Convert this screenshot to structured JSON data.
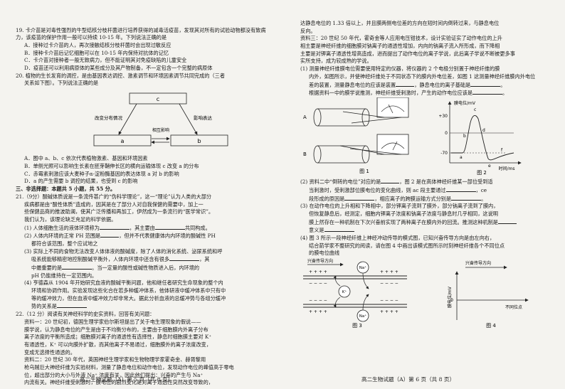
{
  "left": {
    "q19": {
      "stem": "19. 卡介苗是对毒性强烈的牛型结核分枝杆菌进行培养获得的减毒活疫苗，发现其对所有的试验动物都没有致病力，该疫苗的保护作用一般可以持续 10-15 年。下列说法正确的是",
      "A": "A．接种过卡介苗的人，再次接触结核分枝杆菌时会出现过敏反应",
      "B": "B．接种卡介苗后记忆细胞可以在 10-15 年内保持对抗体的记忆",
      "C": "C．卡介苗对接种者一般无致病力，但不能证明其对免疫缺陷的儿童安全",
      "D": "D．疫苗还可以利用病原体的某些成分及其产物制备，不一定包含一个完整的病原体"
    },
    "q20": {
      "stem1": "20. 植物的生长发育的调控，是由基因表达调控、激素调节和环境因素调节共同完成的（三者",
      "stem2": "关系如下图）。下列说法正确的是",
      "A": "A．图中 a、b、c 依次代表植物激素、基因和环境因素",
      "B": "B．单侧光照可以影响生长素在胚芽鞘伸长区的横向运输体现 c 改变 a 的分布",
      "C": "C．赤霉素刺激应该大麦种子α-淀粉酶基因的表达体现 a 对 b 的影响",
      "D": "D．a 的产生需要 b 调控的结果，也受到 c 的影响"
    },
    "diagram": {
      "c": "c",
      "a": "a",
      "b": "b",
      "left_label": "改变分布情况",
      "right_label": "影响表达",
      "mid_label": "相互影响"
    },
    "section3": "三、非选择题：本题共 5 小题，共 55 分。",
    "q21": {
      "l1": "21.（9分）酸碱体质说是一条流传甚广的“伪科学理论”，这一“理论”认为人类的大部分",
      "l2": "疾病都是由“酸性体质”造成的，因其是在了部分人对自我保健的需要中，加上一",
      "l3": "些保健品商的推波助澜，使其广泛传播和再加工，伊然成为一条流行的“医学常识”。",
      "l4": "我们认为，该理论缺乏充足的科学依据。",
      "s1": "(1) 人体细胞生活的液体环境称为",
      "s1b": "，其主要由",
      "s1c": "共同构成。",
      "s2a": "(2) 人体内环境的正常 PH 范围是",
      "s2b": "，但并不代表健康体内内环境的酸碱性 PH",
      "s2c": "都符合该范围，整个应试地之",
      "s3a": "(3) 实际上不同的食物无法改变人体体液的酸碱度，除了人体的消化系统、泌尿系统和呼",
      "s3b": "吸系统能够精密地控制酸碱平衡外，人体内环境中还含有很多",
      "s3c": "，其",
      "s3d": "中最重要的是",
      "s3e": "。当一定量的酸性或碱性物质进入后，内环境的",
      "s3f": "pH 仍能维持在一定范围内。",
      "s4a": "(4) 亨德森从 1904 年开始研究血液的酸碱平衡问题，他和继任者研究生命现象的整个内",
      "s4b": "环境和协调作用。实验发现这些化合在若多种缓冲体系，他体研液中缓冲体系中只有中",
      "s4c": "等的缓冲效力，但在血液中缓冲效力却非常大。据此分析血液的总缓冲势与各组分缓冲",
      "s4d": "势的关系是"
    },
    "q22": {
      "l1": "22.（12 分）阅读有关神经科学的史实资料，回答有关问题：",
      "m1a": "资料一：20 世纪初，德国生理学家伯尔斯坦提出了关于电生理现象的假说——",
      "m1b": "膜学说，认为静息电位的产生是由于不均衡分布的，主要由于细胞膜内外离子分布",
      "m1c": "离子浓度的平衡所造成；细胞膜对离子的通透性有选择性，静息时细胞膜主要对 K⁺",
      "m1d": "有通透性，K⁺ 可以向膜外扩散，而其他离子不易通过，细胞膜外的离子浓度改变，",
      "m1e": "变成无选择性通透的。",
      "m2a": "资料二：20 世纪 30 年代，英国神经生理学家和生物物理学家霍奇金、赫胥黎用",
      "m2b": "枪乌贼巨大神经纤维为实验材料，测量了静息电位和动作电位，发现动作电位的峰值高于零电",
      "m2c": "位，超出部分的大小与外液 Na⁺ 浓度有关，因此他们提出：兴奋的产生与 Na⁺",
      "m2d": "内流有关。神经纤维受刺激时，膜电位的剧烈变化是对离子通透性突然改变导致的，"
    }
  },
  "right": {
    "top1": "达静息电位的 1.33 倍以上，并且膜两侧电位差的方向在短时间内倒转过来，与静息电位",
    "top2": "反向。",
    "m3a": "资料三：20 世纪 50 年代，霍奇金等人应用电压钳技术，设计实验证实了动作电位的上升",
    "m3b": "相主要是神经纤维的细胞膜对钠离子的通透性增加，内向的钠离子流入所形成，而下降相",
    "m3c": "主要是对钾离子通透性增高造成，进而提出了动作电位的离子学说，此后离子学说不断被更多事",
    "m3d": "实所支持，成为较成熟的学说。",
    "s1a": "(1) 测量神经纤维膜电位需要使用特定的仪器，将仪器的 2 个电极分别置于神经纤维的膜",
    "s1b": "内外，如图所示，并使神经纤维处于不同状态下的膜内外电位差，如图 1 这测量神经纤维膜内外电位",
    "s1c": "差的装置，测量静息电位的应该是装置",
    "s1d": "，静息电位的离子基础是",
    "s1e": "。",
    "s1f": "根据资料一中的膜学说推测，神经纤维受刺激时，产生的动作电位应该是",
    "s1g": "。",
    "fig1": {
      "A": "A",
      "B": "B",
      "caption": "图 1"
    },
    "fig2": {
      "ylabel": "膜电位/mV",
      "yticks": [
        "+30",
        "0",
        "-70"
      ],
      "xlabel": "时间/ms",
      "points": [
        "a",
        "b",
        "c",
        "d",
        "e",
        "f"
      ],
      "caption": "图 2"
    },
    "s2a": "(2) 资料二中“倒转的电位”对应的是",
    "s2b": "，图 2 是在高体神经纤维某一部位受到适",
    "s2c": "当刺激时，受刺激部位膜电位的变化曲线，则 ac 段主要通过",
    "s2d": "，ce",
    "s2e": "段形成的原因是",
    "s2f": "，相应离子的跨膜运输方式分别是",
    "s2g": "。",
    "s3a": "(3) 在动作电位的上升相和下降相中，部分钾离子流到了膜外，部分钠离子流到了膜内，",
    "s3b": "但恢复静息后，经测定，细胞内钾离子浓度和钠离子浓度与静息时几乎相同，这说明",
    "s3c": "膜上然存在一种机制在下次兴奋前实现了两种离子在膜内外的回流。推测这种机制是",
    "s3d": "意义是",
    "s4a": "(4) 图 3 所示一段神经纤维上神经冲动传导的模式图，已知兴奋传导方向是由左向右，",
    "s4b": "结合箭学家不整研究的阅读，请在图 4 中画出该模式图所示时刻神经纤维各个不同位点",
    "s4c": "的膜电位曲线",
    "fig3": {
      "arrow": "兴奋传导方向",
      "na": "Na⁺",
      "k": "K⁺",
      "caption": "图 3"
    },
    "fig4": {
      "arrow": "兴奋传导方向",
      "ylabel": "膜电位/mV",
      "zero": "0",
      "xlabel": "不同位点",
      "caption": "图 4"
    }
  },
  "footer": {
    "left": "高二生物试题（A）第 5 页（共 8 页）",
    "right": "高二生物试题（A）第 6 页（共 8 页）"
  }
}
